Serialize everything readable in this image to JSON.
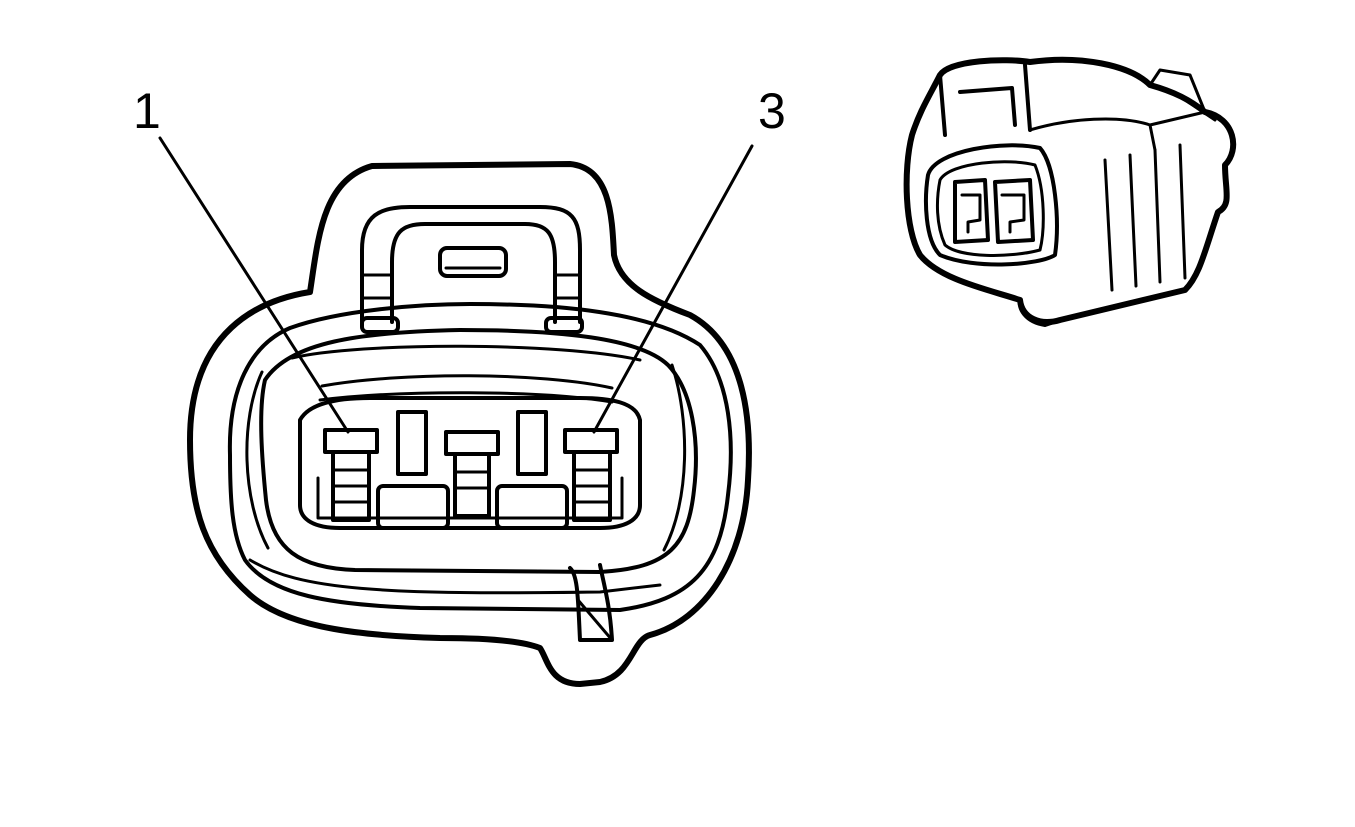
{
  "colors": {
    "line": "#000000",
    "background": "#ffffff"
  },
  "callouts": [
    {
      "id": "pin-1",
      "label": "1"
    },
    {
      "id": "pin-3",
      "label": "3"
    }
  ]
}
